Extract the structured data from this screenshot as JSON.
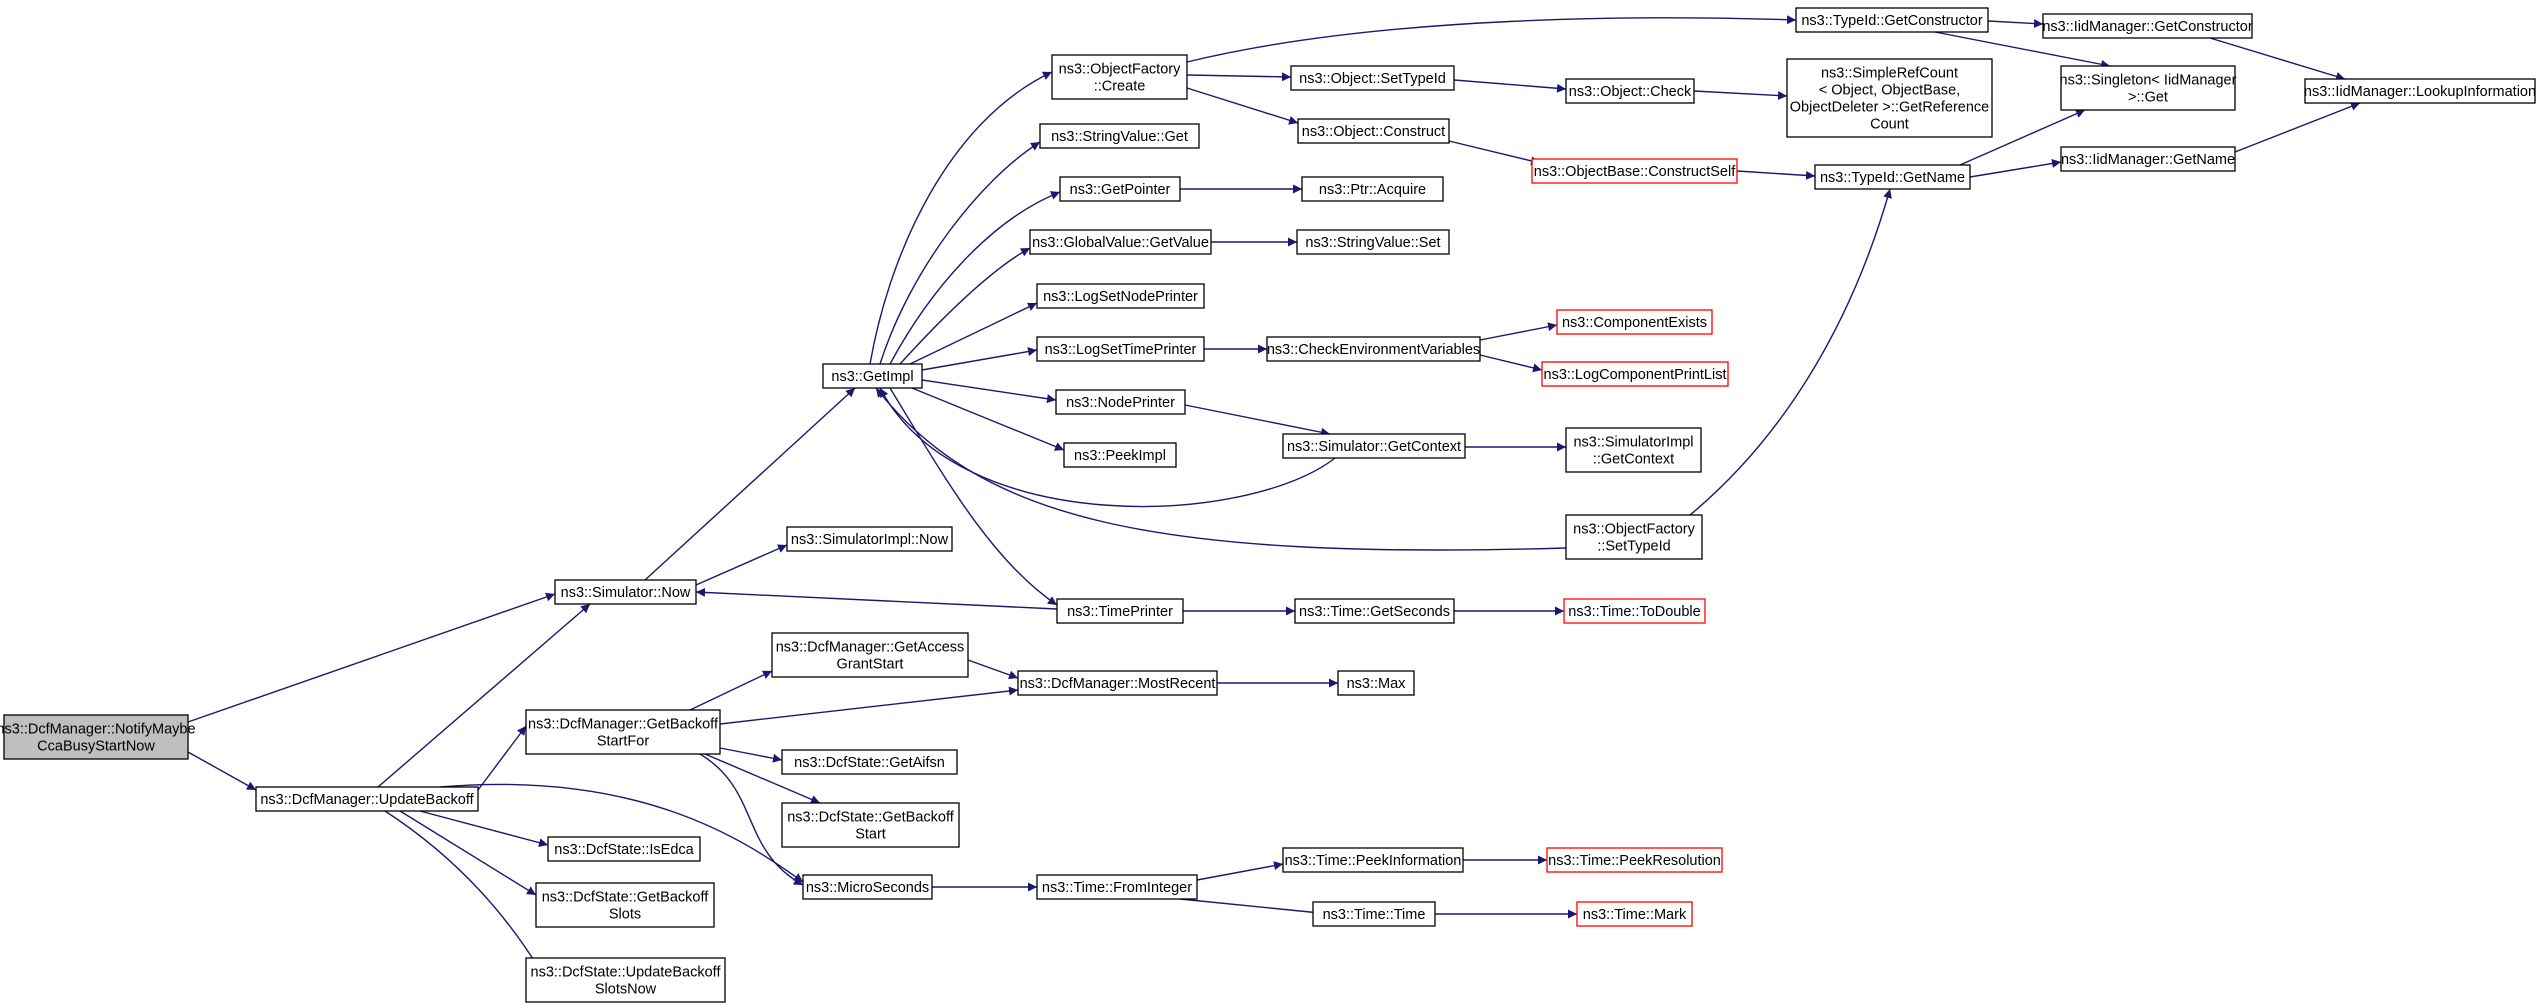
{
  "colors": {
    "edge": "#191970",
    "truncated_border": "#ff0000",
    "node_border": "#000000",
    "root_fill": "#bfbfbf"
  },
  "nodes": {
    "notify_maybe_cca": [
      "ns3::DcfManager::NotifyMaybe",
      "CcaBusyStartNow"
    ],
    "update_backoff": [
      "ns3::DcfManager::UpdateBackoff"
    ],
    "simulator_now": [
      "ns3::Simulator::Now"
    ],
    "get_backoff_start_for": [
      "ns3::DcfManager::GetBackoff",
      "StartFor"
    ],
    "is_edca": [
      "ns3::DcfState::IsEdca"
    ],
    "get_backoff_slots": [
      "ns3::DcfState::GetBackoff",
      "Slots"
    ],
    "update_backoff_slots_now": [
      "ns3::DcfState::UpdateBackoff",
      "SlotsNow"
    ],
    "micro_seconds": [
      "ns3::MicroSeconds"
    ],
    "get_impl": [
      "ns3::GetImpl"
    ],
    "simulator_impl_now": [
      "ns3::SimulatorImpl::Now"
    ],
    "get_access_grant_start": [
      "ns3::DcfManager::GetAccess",
      "GrantStart"
    ],
    "get_aifsn": [
      "ns3::DcfState::GetAifsn"
    ],
    "dcfstate_get_backoff_start": [
      "ns3::DcfState::GetBackoff",
      "Start"
    ],
    "most_recent": [
      "ns3::DcfManager::MostRecent"
    ],
    "max": [
      "ns3::Max"
    ],
    "object_factory_create": [
      "ns3::ObjectFactory",
      "::Create"
    ],
    "string_value_get": [
      "ns3::StringValue::Get"
    ],
    "get_pointer": [
      "ns3::GetPointer"
    ],
    "global_value_get_value": [
      "ns3::GlobalValue::GetValue"
    ],
    "log_set_node_printer": [
      "ns3::LogSetNodePrinter"
    ],
    "log_set_time_printer": [
      "ns3::LogSetTimePrinter"
    ],
    "node_printer": [
      "ns3::NodePrinter"
    ],
    "peek_impl": [
      "ns3::PeekImpl"
    ],
    "time_printer": [
      "ns3::TimePrinter"
    ],
    "time_from_integer": [
      "ns3::Time::FromInteger"
    ],
    "object_set_type_id": [
      "ns3::Object::SetTypeId"
    ],
    "object_construct": [
      "ns3::Object::Construct"
    ],
    "ptr_acquire": [
      "ns3::Ptr::Acquire"
    ],
    "string_value_set": [
      "ns3::StringValue::Set"
    ],
    "check_environment_variables": [
      "ns3::CheckEnvironmentVariables"
    ],
    "simulator_get_context": [
      "ns3::Simulator::GetContext"
    ],
    "object_factory_set_type_id": [
      "ns3::ObjectFactory",
      "::SetTypeId"
    ],
    "time_get_seconds": [
      "ns3::Time::GetSeconds"
    ],
    "time_peek_information": [
      "ns3::Time::PeekInformation"
    ],
    "time_time": [
      "ns3::Time::Time"
    ],
    "type_id_get_constructor": [
      "ns3::TypeId::GetConstructor"
    ],
    "object_check": [
      "ns3::Object::Check"
    ],
    "object_base_construct_self": [
      "ns3::ObjectBase::ConstructSelf"
    ],
    "component_exists": [
      "ns3::ComponentExists"
    ],
    "log_component_print_list": [
      "ns3::LogComponentPrintList"
    ],
    "simulator_impl_get_context": [
      "ns3::SimulatorImpl",
      "::GetContext"
    ],
    "time_to_double": [
      "ns3::Time::ToDouble"
    ],
    "time_peek_resolution": [
      "ns3::Time::PeekResolution"
    ],
    "time_mark": [
      "ns3::Time::Mark"
    ],
    "simple_ref_count": [
      "ns3::SimpleRefCount",
      "< Object, ObjectBase,",
      "ObjectDeleter >::GetReference",
      "Count"
    ],
    "type_id_get_name": [
      "ns3::TypeId::GetName"
    ],
    "iid_manager_get_constructor": [
      "ns3::IidManager::GetConstructor"
    ],
    "singleton_get": [
      "ns3::Singleton< IidManager",
      " >::Get"
    ],
    "iid_manager_get_name": [
      "ns3::IidManager::GetName"
    ],
    "iid_manager_lookup_information": [
      "ns3::IidManager::LookupInformation"
    ]
  }
}
